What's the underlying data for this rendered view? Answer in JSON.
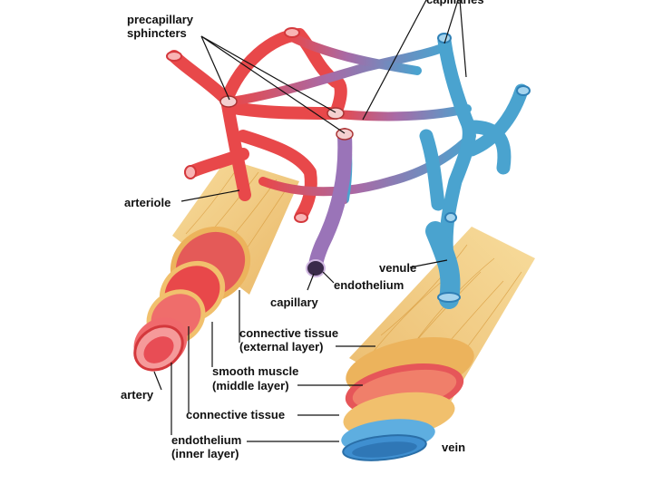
{
  "labels": {
    "capillaries": "capillaries",
    "precapillary_line1": "precapillary",
    "precapillary_line2": "sphincters",
    "arteriole": "arteriole",
    "venule": "venule",
    "endothelium": "endothelium",
    "capillary": "capillary",
    "ct_external_line1": "connective tissue",
    "ct_external_line2": "(external layer)",
    "smooth_muscle_line1": "smooth muscle",
    "smooth_muscle_line2": "(middle layer)",
    "artery": "artery",
    "connective_tissue": "connective tissue",
    "endothelium_inner_line1": "endothelium",
    "endothelium_inner_line2": "(inner layer)",
    "vein": "vein"
  },
  "colors": {
    "artery_red": "#e8484a",
    "vein_blue": "#4aa3cf",
    "capillary_purple": "#9a74b8",
    "connective_tissue": "#f2cf8a",
    "smooth_muscle": "#e9555a",
    "vein_lumen": "#3f8fd0"
  }
}
